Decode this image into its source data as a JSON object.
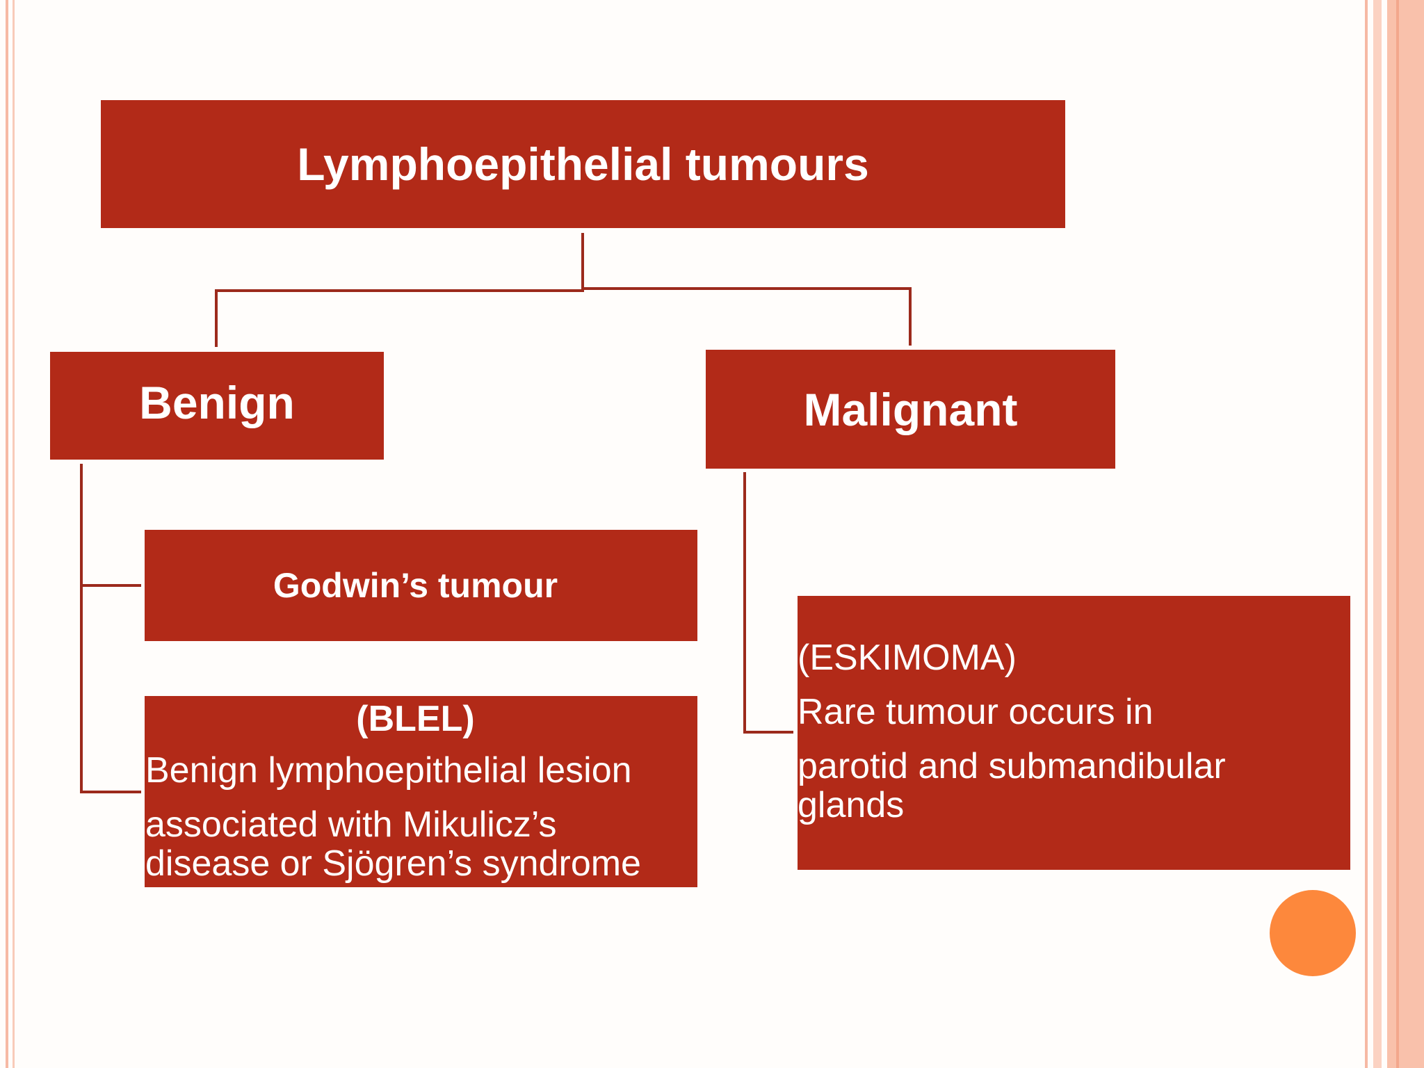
{
  "colors": {
    "box_fill": "#b22a18",
    "box_text": "#ffffff",
    "connector": "#9c2a1c",
    "frame_stripe": "#f6b9a4",
    "accent_circle": "#fd883c"
  },
  "diagram": {
    "root": {
      "label": "Lymphoepithelial tumours"
    },
    "benign": {
      "label": "Benign",
      "children": {
        "godwin": {
          "label": "Godwin’s tumour"
        },
        "blel": {
          "abbrev": "(BLEL)",
          "line1": "Benign lymphoepithelial lesion",
          "line2": "associated with Mikulicz’s",
          "line3": "disease or Sjögren’s syndrome"
        }
      }
    },
    "malignant": {
      "label": "Malignant",
      "children": {
        "eskimoma": {
          "abbrev": "(ESKIMOMA)",
          "line1": "Rare tumour occurs in",
          "line2": "parotid and submandibular",
          "line3": "glands"
        }
      }
    }
  }
}
